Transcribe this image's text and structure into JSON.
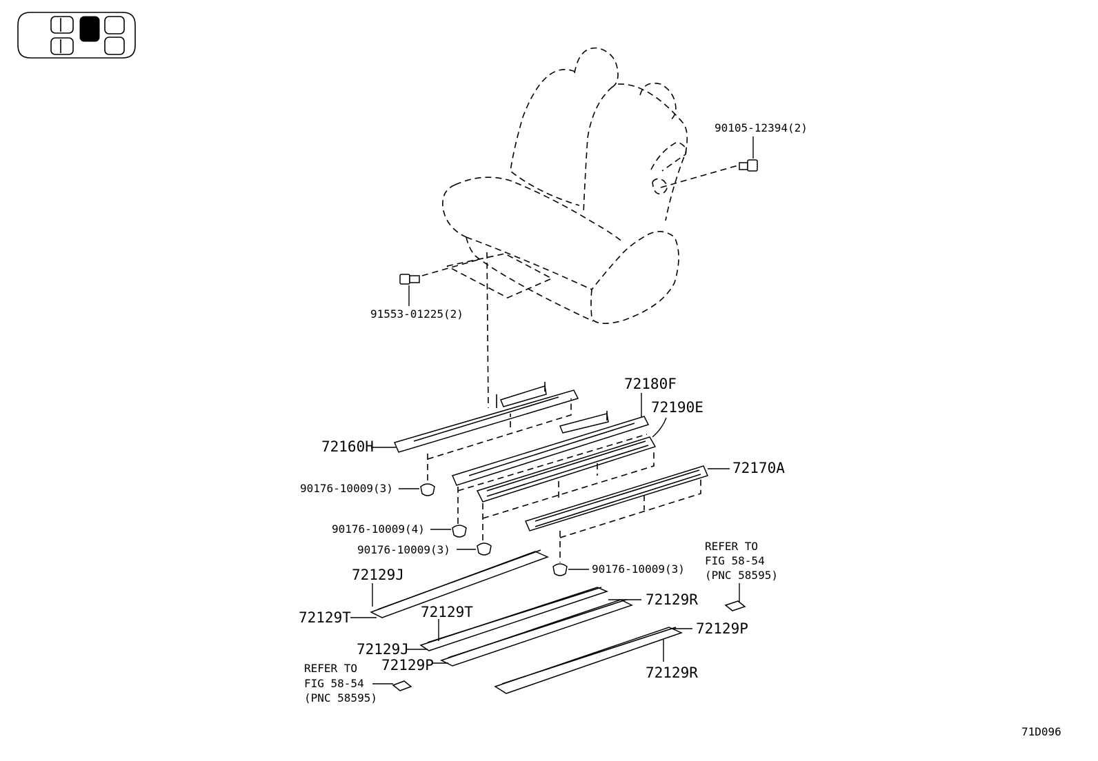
{
  "diagram": {
    "figure_code": "71D096",
    "parts": {
      "p_90105": "90105-12394(2)",
      "p_91553": "91553-01225(2)",
      "p_72180F": "72180F",
      "p_72190E": "72190E",
      "p_72160H": "72160H",
      "p_72170A": "72170A",
      "p_90176_a": "90176-10009(3)",
      "p_90176_b": "90176-10009(4)",
      "p_90176_c": "90176-10009(3)",
      "p_90176_d": "90176-10009(3)",
      "p_72129J_a": "72129J",
      "p_72129T_a": "72129T",
      "p_72129T_b": "72129T",
      "p_72129R_a": "72129R",
      "p_72129J_b": "72129J",
      "p_72129P_a": "72129P",
      "p_72129P_b": "72129P",
      "p_72129R_b": "72129R"
    },
    "refer_right": [
      "REFER TO",
      "FIG 58-54",
      "(PNC 58595)"
    ],
    "refer_left": [
      "REFER TO",
      "FIG 58-54",
      "(PNC 58595)"
    ]
  }
}
